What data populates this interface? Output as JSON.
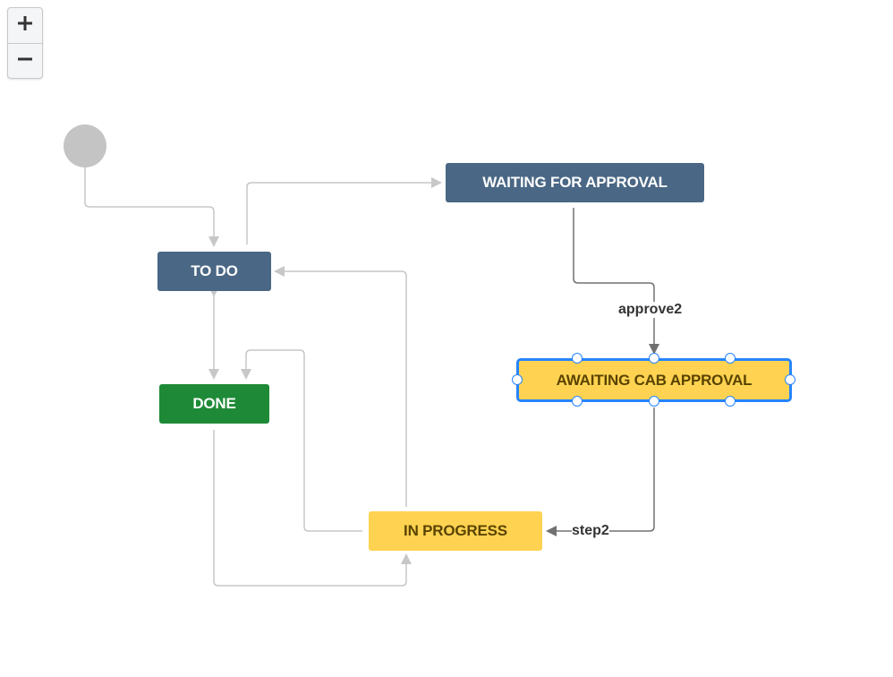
{
  "zoom": {
    "in_label": "+",
    "out_label": "−"
  },
  "statuses": {
    "waiting_for_approval": "WAITING FOR APPROVAL",
    "to_do": "TO DO",
    "awaiting_cab_approval": "AWAITING CAB APPROVAL",
    "done": "DONE",
    "in_progress": "IN PROGRESS"
  },
  "transitions": {
    "approve2": "approve2",
    "step2": "step2"
  },
  "colors": {
    "status_blue": "#4a6785",
    "status_green": "#1e8a37",
    "status_yellow": "#ffd351",
    "yellow_text": "#594300",
    "selection": "#2684ff",
    "connector_light": "#c7c7c7",
    "connector_dark": "#707070",
    "start_node": "#c4c4c4"
  }
}
